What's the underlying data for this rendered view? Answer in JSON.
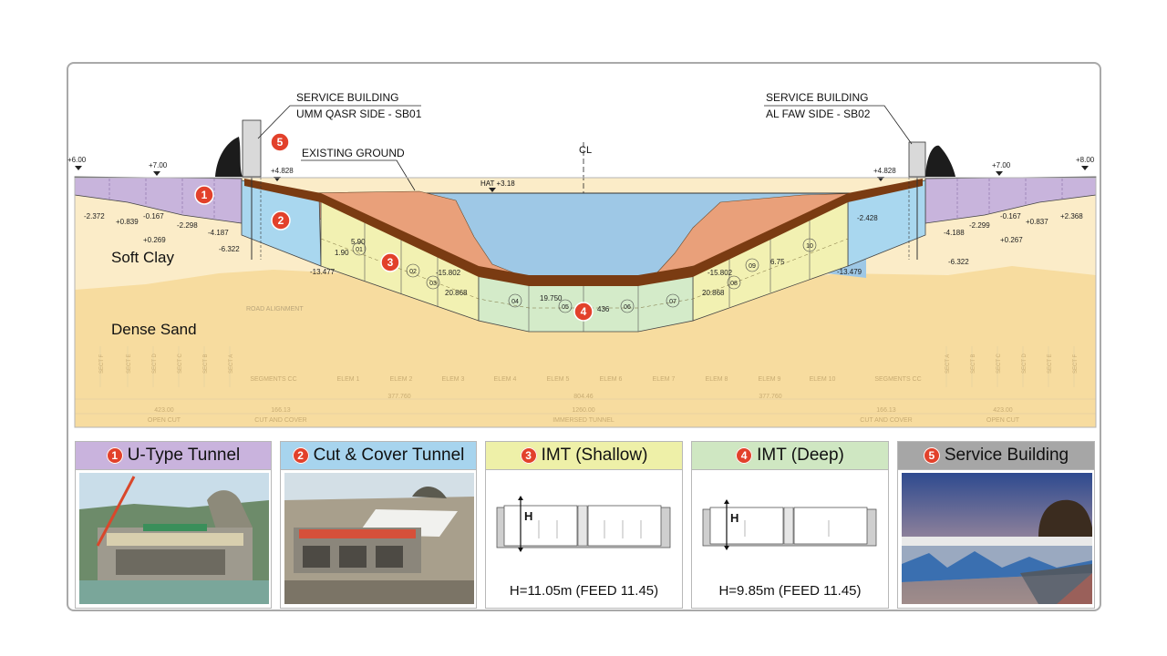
{
  "labels": {
    "service_building_left_line1": "SERVICE BUILDING",
    "service_building_left_line2": "UMM QASR SIDE - SB01",
    "service_building_right_line1": "SERVICE BUILDING",
    "service_building_right_line2": "AL FAW SIDE - SB02",
    "existing_ground": "EXISTING GROUND",
    "centerline": "CL",
    "hat": "HAT +3.18",
    "soft_clay": "Soft Clay",
    "dense_sand": "Dense Sand",
    "road_alignment": "ROAD ALIGNMENT"
  },
  "levels": {
    "left_far": "+6.00",
    "left_near": "+7.00",
    "left_building": "+4.828",
    "right_building": "+4.828",
    "right_near": "+7.00",
    "right_far": "+8.00",
    "left_a": "-2.372",
    "left_b": "+0.839",
    "left_c": "-0.167",
    "left_d": "+0.269",
    "left_e": "-2.298",
    "left_f": "-4.187",
    "left_g": "-6.322",
    "left_h": "-13.477",
    "right_cc": "-2.428",
    "right_a": "-4.188",
    "right_b": "-2.299",
    "right_c": "-0.167",
    "right_d": "+0.267",
    "right_e": "+0.837",
    "right_f": "+2.368",
    "right_g": "-6.322",
    "right_h": "-13.479",
    "imt_left_1": "-15.802",
    "imt_left_2": "20.868",
    "imt_right_1": "-15.802",
    "imt_right_2": "20.868",
    "deep": "19.750",
    "deep_b": "436",
    "dims_a": "5.90",
    "dims_b": "1.90",
    "dims_c": "6.75"
  },
  "element_numbers": [
    "01",
    "02",
    "03",
    "04",
    "05",
    "06",
    "07",
    "08",
    "09",
    "10"
  ],
  "markers": [
    "1",
    "2",
    "3",
    "4",
    "5"
  ],
  "bottom_table": {
    "row1": [
      "SEGMENTS CC",
      "ELEM 1",
      "ELEM 2",
      "ELEM 3",
      "ELEM 4",
      "ELEM 5",
      "ELEM 6",
      "ELEM 7",
      "ELEM 8",
      "ELEM 9",
      "ELEM 10",
      "SEGMENTS CC"
    ],
    "row2": [
      "377.760",
      "804.46",
      "377.760"
    ],
    "row3": [
      "423.00",
      "166.13",
      "1260.00",
      "166.13",
      "423.00"
    ],
    "row4": [
      "OPEN CUT",
      "CUT AND COVER",
      "IMMERSED TUNNEL",
      "CUT AND COVER",
      "OPEN CUT"
    ],
    "sections_left": [
      "SECT F",
      "SECT E",
      "SECT D",
      "SECT C",
      "SECT B",
      "SECT A"
    ],
    "sections_right": [
      "SECT A",
      "SECT B",
      "SECT C",
      "SECT D",
      "SECT E",
      "SECT F"
    ]
  },
  "cards": [
    {
      "num": "1",
      "title": "U-Type Tunnel",
      "color": "#c9b3dd"
    },
    {
      "num": "2",
      "title": "Cut & Cover Tunnel",
      "color": "#a7d4ee"
    },
    {
      "num": "3",
      "title": "IMT (Shallow)",
      "color": "#eef0a8",
      "caption": "H=11.05m (FEED 11.45)",
      "h_label": "H"
    },
    {
      "num": "4",
      "title": "IMT (Deep)",
      "color": "#cfe7c2",
      "caption": "H=9.85m (FEED 11.45)",
      "h_label": "H"
    },
    {
      "num": "5",
      "title": "Service Building",
      "color": "#a6a6a6"
    }
  ],
  "colors": {
    "u_type": "#c8b4dc",
    "cut_cover": "#a9d7ef",
    "imt_shallow": "#f2f1b2",
    "imt_deep": "#d4ebc9",
    "water": "#9ec8e6",
    "existing_ground": "#e9a07a",
    "backfill": "#7a3b12",
    "soft_clay": "#fbecc8",
    "dense_sand": "#f7dc9f",
    "marker": "#e2412b"
  }
}
